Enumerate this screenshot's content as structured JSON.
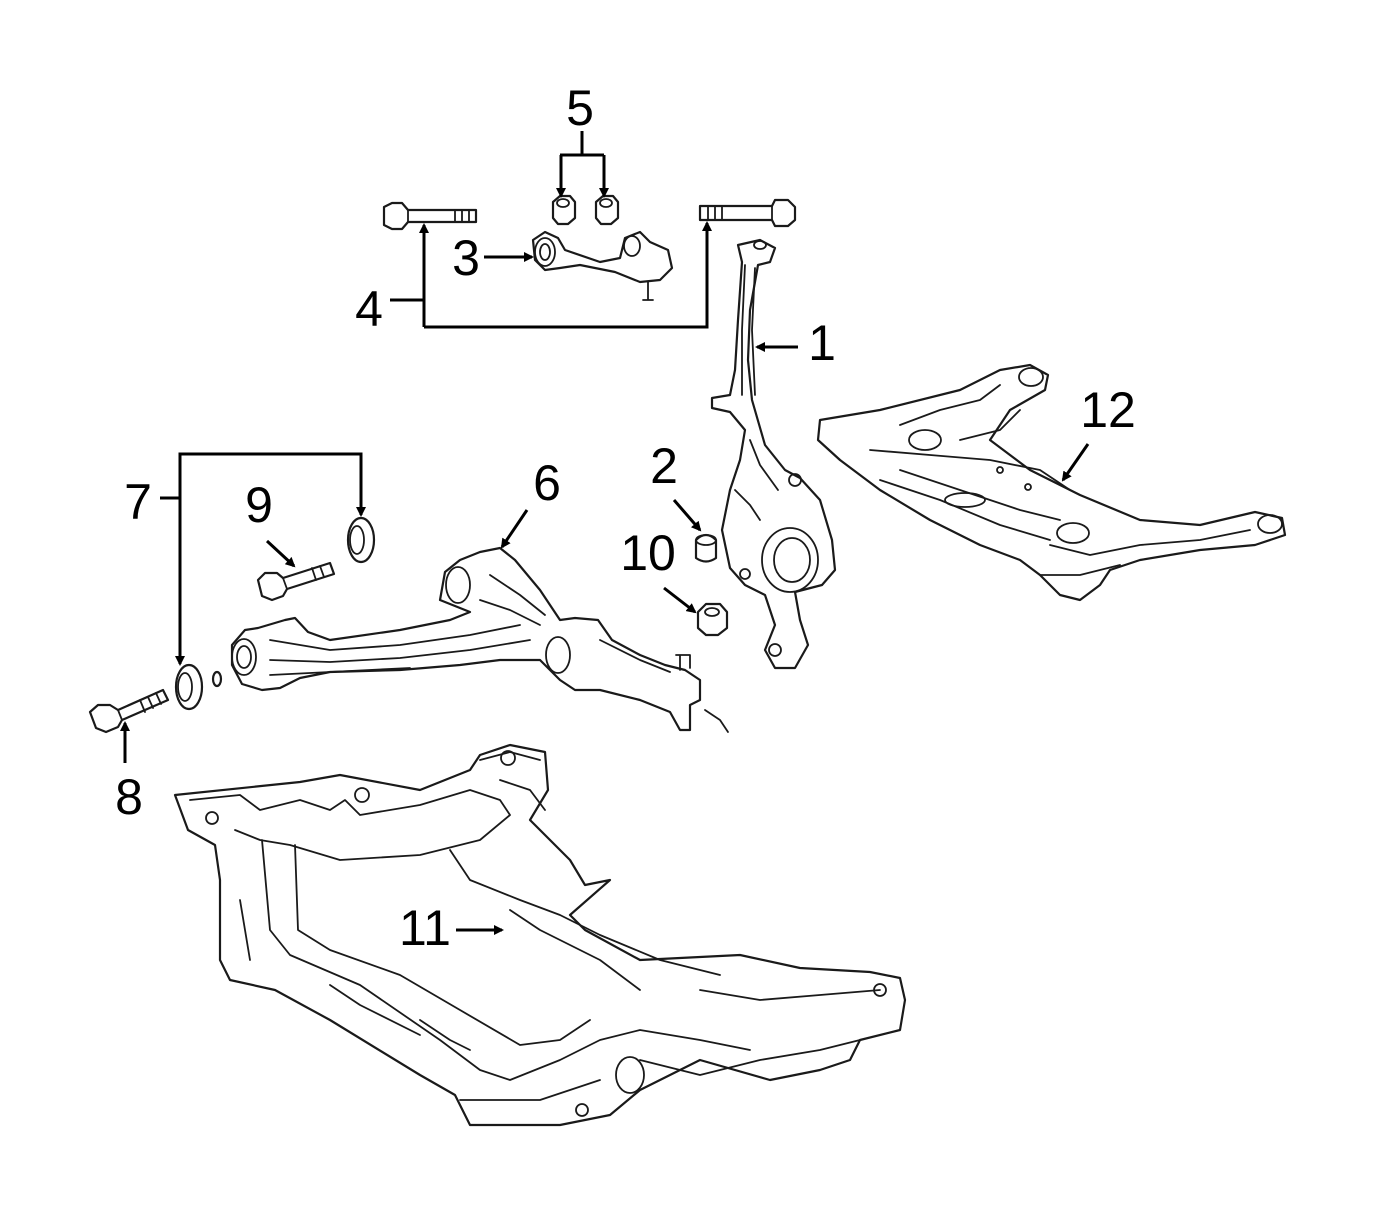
{
  "diagram": {
    "callouts": [
      {
        "id": "1",
        "text": "1"
      },
      {
        "id": "2",
        "text": "2"
      },
      {
        "id": "3",
        "text": "3"
      },
      {
        "id": "4",
        "text": "4"
      },
      {
        "id": "5",
        "text": "5"
      },
      {
        "id": "6",
        "text": "6"
      },
      {
        "id": "7",
        "text": "7"
      },
      {
        "id": "8",
        "text": "8"
      },
      {
        "id": "9",
        "text": "9"
      },
      {
        "id": "10",
        "text": "10"
      },
      {
        "id": "11",
        "text": "11"
      },
      {
        "id": "12",
        "text": "12"
      }
    ],
    "line_color": "#1a1a1a",
    "background": "#ffffff"
  }
}
